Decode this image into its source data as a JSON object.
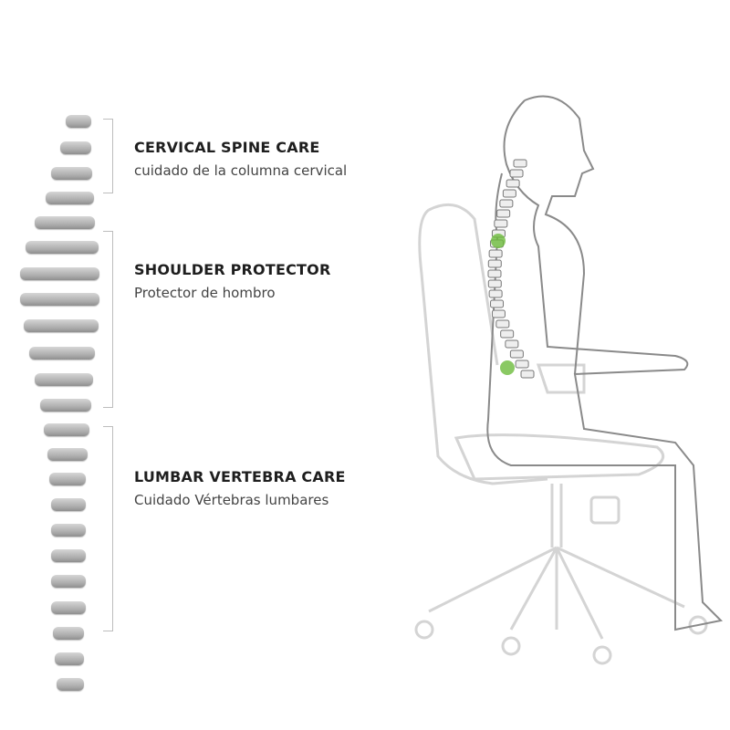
{
  "sections": [
    {
      "title": "CERVICAL SPINE CARE",
      "subtitle": "cuidado de la columna cervical"
    },
    {
      "title": "SHOULDER PROTECTOR",
      "subtitle": "Protector de hombro"
    },
    {
      "title": "LUMBAR VERTEBRA CARE",
      "subtitle": "Cuidado Vértebras lumbares"
    }
  ],
  "colors": {
    "highlight": "#6dbb3c",
    "vertebra": "#a9a9a9",
    "outline": "#8a8a8a"
  }
}
